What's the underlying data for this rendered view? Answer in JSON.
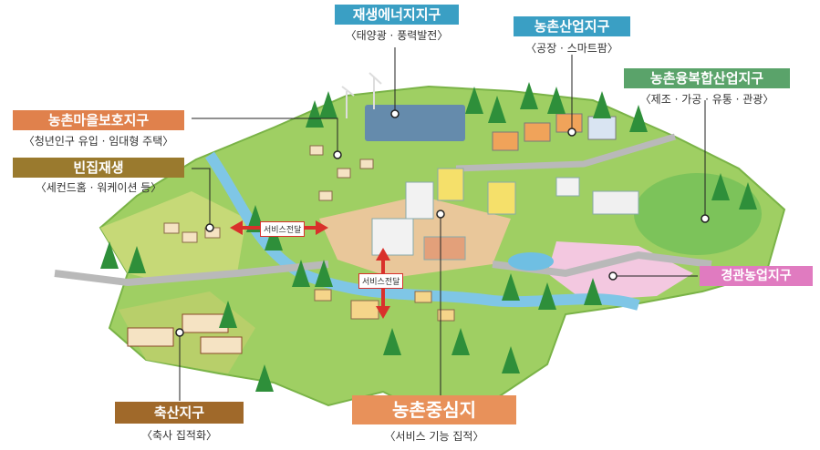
{
  "zones": {
    "renewable": {
      "title": "재생에너지지구",
      "sub": "〈태양광 · 풍력발전〉",
      "color": "#3a9fc4"
    },
    "industry": {
      "title": "농촌산업지구",
      "sub": "〈공장 · 스마트팜〉",
      "color": "#3a9fc4"
    },
    "convergence": {
      "title": "농촌융복합산업지구",
      "sub": "〈제조 · 가공 · 유통 · 관광〉",
      "color": "#5aa36a"
    },
    "village": {
      "title": "농촌마을보호지구",
      "sub": "〈청년인구 유입 · 임대형 주택〉",
      "color": "#e0814c"
    },
    "vacant": {
      "title": "빈집재생",
      "sub": "〈세컨드홈 · 워케이션 등〉",
      "color": "#9a7a2e"
    },
    "landscape": {
      "title": "경관농업지구",
      "sub": "",
      "color": "#e07bc0"
    },
    "livestock": {
      "title": "축산지구",
      "sub": "〈축사 집적화〉",
      "color": "#a0692a"
    },
    "center": {
      "title": "농촌중심지",
      "sub": "〈서비스 기능 집적〉",
      "color": "#e8915a"
    }
  },
  "arrows": {
    "service_left": "서비스전달",
    "service_down": "서비스전달"
  }
}
